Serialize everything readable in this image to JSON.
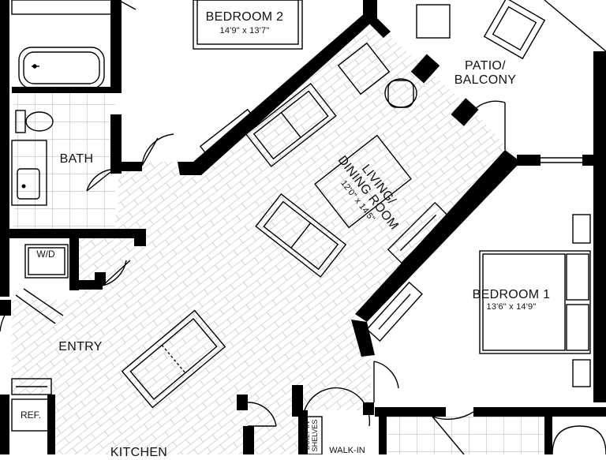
{
  "labels": {
    "bedroom2": {
      "name": "BEDROOM 2",
      "dim": "14'9\" x 13'7\""
    },
    "patio": {
      "line1": "PATIO/",
      "line2": "BALCONY"
    },
    "living": {
      "line1": "LIVING/",
      "line2": "DINING ROOM",
      "dim": "12'0\" x 14'5\""
    },
    "bath": "BATH",
    "wd": "W/D",
    "bedroom1": {
      "name": "BEDROOM 1",
      "dim": "13'6\" x 14'9\""
    },
    "entry": "ENTRY",
    "ref": "REF.",
    "kitchen": "KITCHEN",
    "builtin": {
      "line1": "BUILT-IN",
      "line2": "SHELVES"
    },
    "walkin": "WALK-IN"
  }
}
